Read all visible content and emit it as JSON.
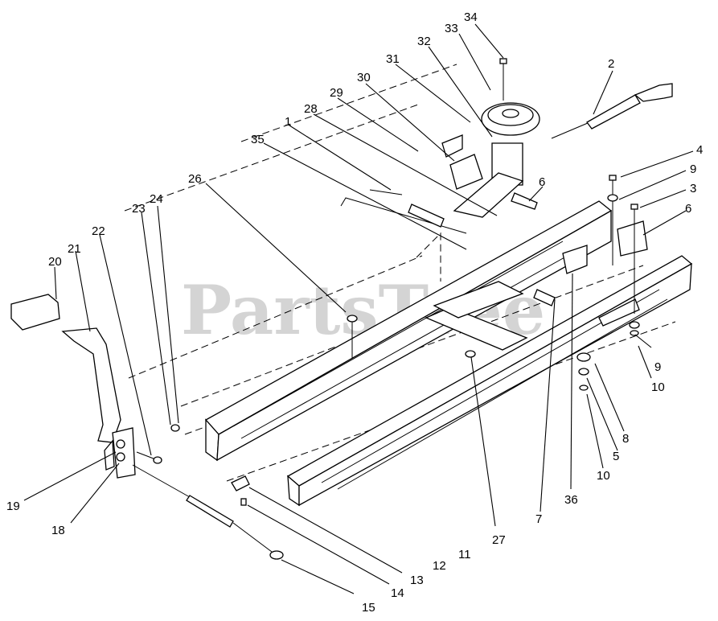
{
  "watermark": "PartsTree",
  "callouts": [
    "1",
    "2",
    "3",
    "4",
    "5",
    "6",
    "6",
    "7",
    "8",
    "9",
    "9",
    "10",
    "10",
    "11",
    "12",
    "13",
    "14",
    "15",
    "18",
    "19",
    "20",
    "21",
    "22",
    "23",
    "24",
    "26",
    "27",
    "28",
    "29",
    "30",
    "31",
    "32",
    "33",
    "34",
    "35",
    "36"
  ]
}
